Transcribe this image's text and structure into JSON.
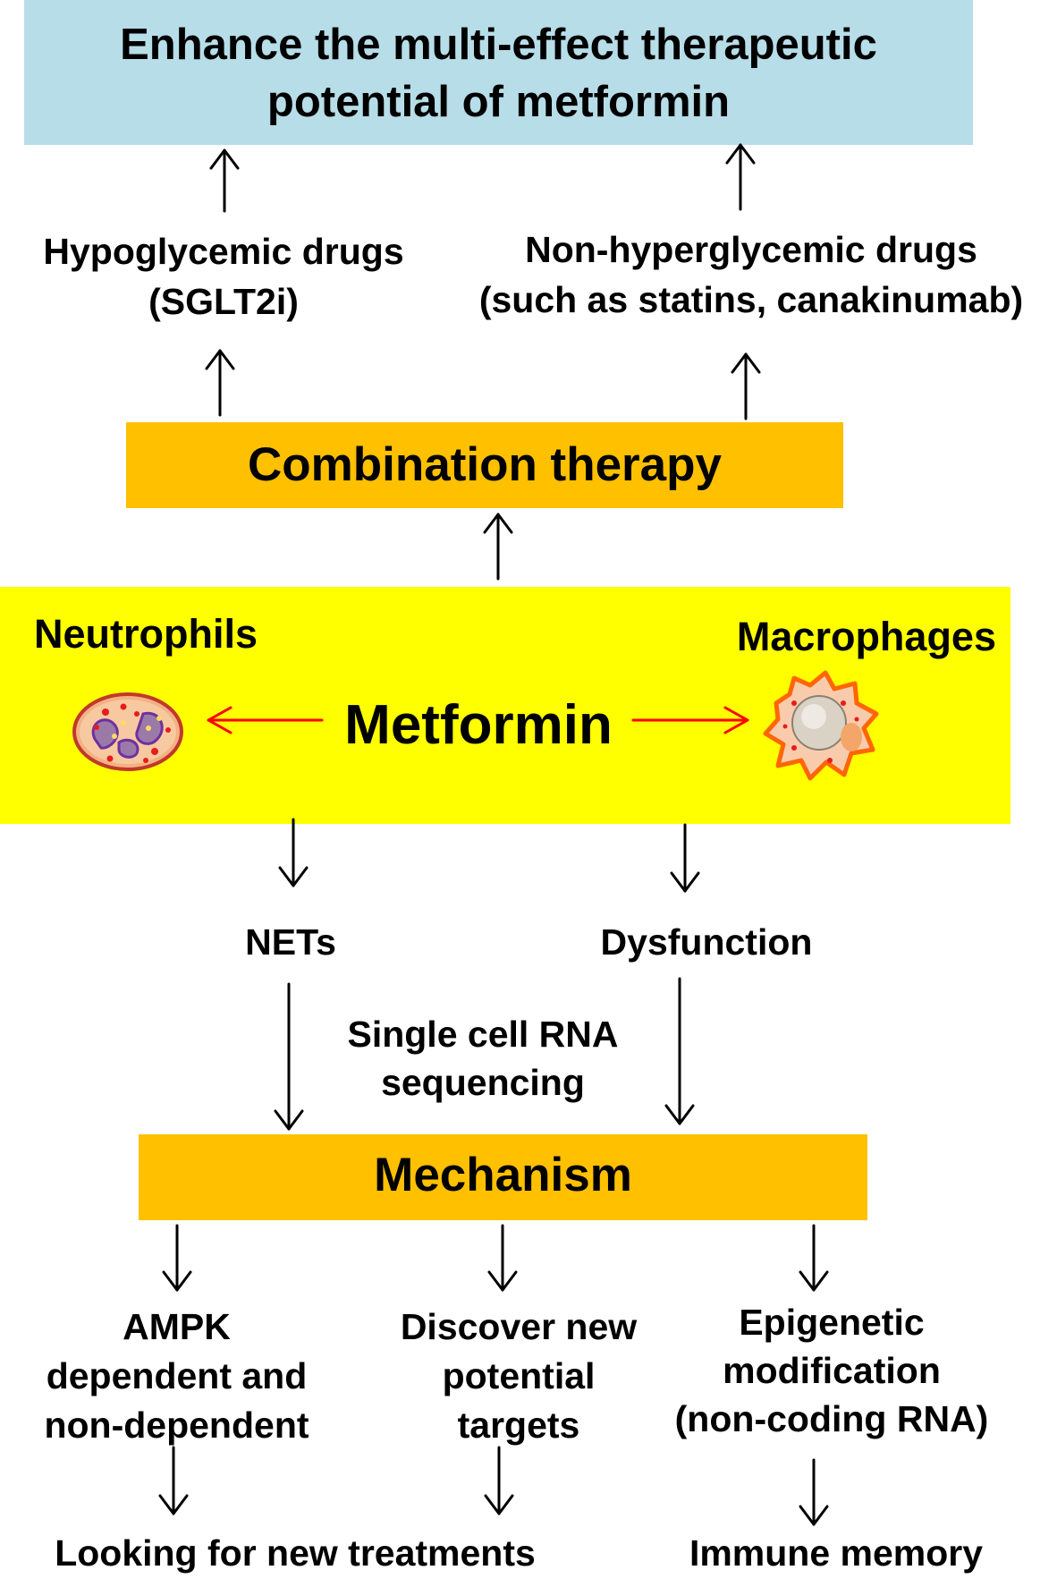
{
  "diagram": {
    "title": "Enhance the multi-effect therapeutic potential of metformin",
    "title_lines": [
      "Enhance the multi-effect therapeutic",
      "potential of metformin"
    ],
    "left_drugs": [
      "Hypoglycemic drugs",
      "(SGLT2i)"
    ],
    "right_drugs": [
      "Non-hyperglycemic drugs",
      "(such as statins, canakinumab)"
    ],
    "combination": "Combination therapy",
    "neutrophils": "Neutrophils",
    "macrophages": "Macrophages",
    "metformin": "Metformin",
    "nets": "NETs",
    "dysfunction": "Dysfunction",
    "scrna": [
      "Single cell RNA",
      "sequencing"
    ],
    "mechanism": "Mechanism",
    "ampk": [
      "AMPK",
      "dependent and",
      "non-dependent"
    ],
    "discover": [
      "Discover new",
      "potential",
      "targets"
    ],
    "epigenetic": [
      "Epigenetic",
      "modification",
      "(non-coding RNA)"
    ],
    "treatments": "Looking for new treatments",
    "immune": "Immune memory"
  },
  "colors": {
    "title_box": "#b7dde8",
    "orange_box": "#ffc000",
    "yellow_box": "#ffff00",
    "red_arrow": "#ff0000",
    "arrow": "#000000"
  },
  "icons": {
    "neutrophil": "neutrophil-cell-icon",
    "macrophage": "macrophage-cell-icon"
  }
}
